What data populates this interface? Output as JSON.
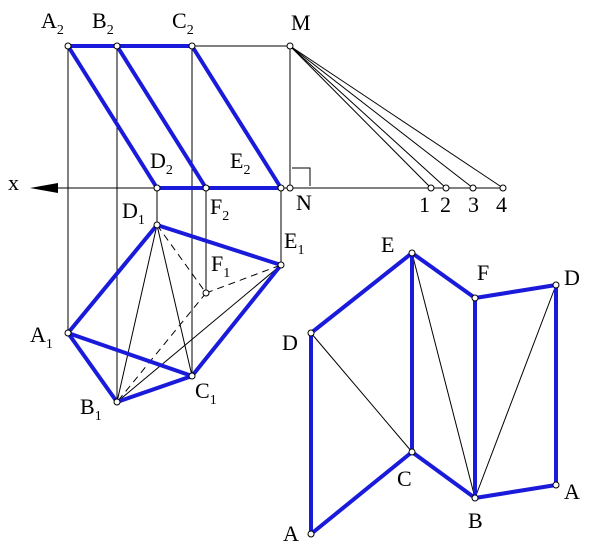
{
  "labels": {
    "A2": {
      "main": "A",
      "sub": "2"
    },
    "B2": {
      "main": "B",
      "sub": "2"
    },
    "C2": {
      "main": "C",
      "sub": "2"
    },
    "M": "M",
    "x": "x",
    "D2": {
      "main": "D",
      "sub": "2"
    },
    "E2": {
      "main": "E",
      "sub": "2"
    },
    "N": "N",
    "F2": {
      "main": "F",
      "sub": "2"
    },
    "n1": "1",
    "n2": "2",
    "n3": "3",
    "n4": "4",
    "D1": {
      "main": "D",
      "sub": "1"
    },
    "E1": {
      "main": "E",
      "sub": "1"
    },
    "F1": {
      "main": "F",
      "sub": "1"
    },
    "A1": {
      "main": "A",
      "sub": "1"
    },
    "B1": {
      "main": "B",
      "sub": "1"
    },
    "C1": {
      "main": "C",
      "sub": "1"
    },
    "E": "E",
    "F": "F",
    "D_right": "D",
    "D_left": "D",
    "C": "C",
    "A_right": "A",
    "B": "B",
    "A_left": "A"
  }
}
